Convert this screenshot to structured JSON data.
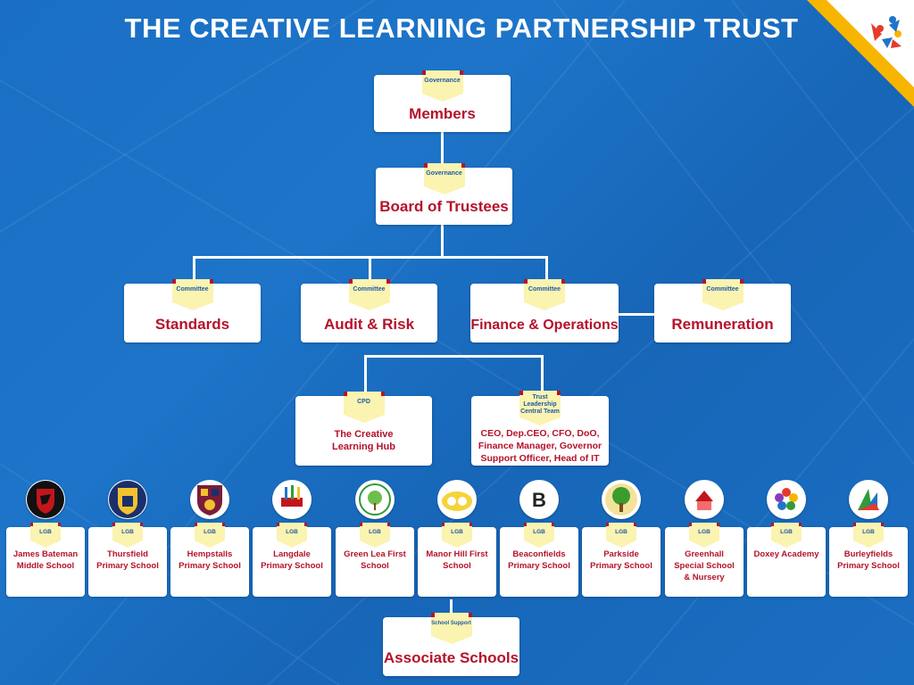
{
  "title": "THE CREATIVE LEARNING PARTNERSHIP TRUST",
  "colors": {
    "background": "#1a6fc4",
    "label": "#b5122b",
    "tag": "#fbf3b0",
    "corner": "#f7b500"
  },
  "nodes": {
    "members": {
      "tag": "Governance",
      "label": "Members"
    },
    "trustees": {
      "tag": "Governance",
      "label": "Board of Trustees"
    },
    "standards": {
      "tag": "Committee",
      "label": "Standards"
    },
    "audit": {
      "tag": "Committee",
      "label": "Audit & Risk"
    },
    "finance": {
      "tag": "Committee",
      "label": "Finance & Operations"
    },
    "remuneration": {
      "tag": "Committee",
      "label": "Remuneration"
    },
    "hub": {
      "tag": "CPD",
      "label": "The Creative Learning Hub"
    },
    "central": {
      "tag_lines": [
        "Trust",
        "Leadership",
        "Central Team"
      ],
      "label": "CEO, Dep.CEO, CFO, DoO, Finance Manager, Governor Support Officer, Head of IT"
    },
    "associate": {
      "tag": "School Support",
      "label": "Associate Schools"
    }
  },
  "schools": [
    {
      "tag": "LGB",
      "label": "James Bateman Middle School",
      "logo": "shield-red-dragon"
    },
    {
      "tag": "LGB",
      "label": "Thursfield Primary School",
      "logo": "shield-gold-building"
    },
    {
      "tag": "LGB",
      "label": "Hempstalls Primary School",
      "logo": "shield-hp"
    },
    {
      "tag": "LGB",
      "label": "Langdale Primary School",
      "logo": "book-pencils"
    },
    {
      "tag": "LGB",
      "label": "Green Lea First School",
      "logo": "gl-tree"
    },
    {
      "tag": "LGB",
      "label": "Manor Hill First School",
      "logo": "yellow-swirl"
    },
    {
      "tag": "LGB",
      "label": "Beaconfields Primary School",
      "logo": "letter-b"
    },
    {
      "tag": "LGB",
      "label": "Parkside Primary School",
      "logo": "green-tree"
    },
    {
      "tag": "LGB",
      "label": "Greenhall Special School & Nursery",
      "logo": "red-house"
    },
    {
      "tag": "LGB",
      "label": "Doxey Academy",
      "logo": "colour-circle"
    },
    {
      "tag": "LGB",
      "label": "Burleyfields Primary School",
      "logo": "colour-fan"
    }
  ]
}
